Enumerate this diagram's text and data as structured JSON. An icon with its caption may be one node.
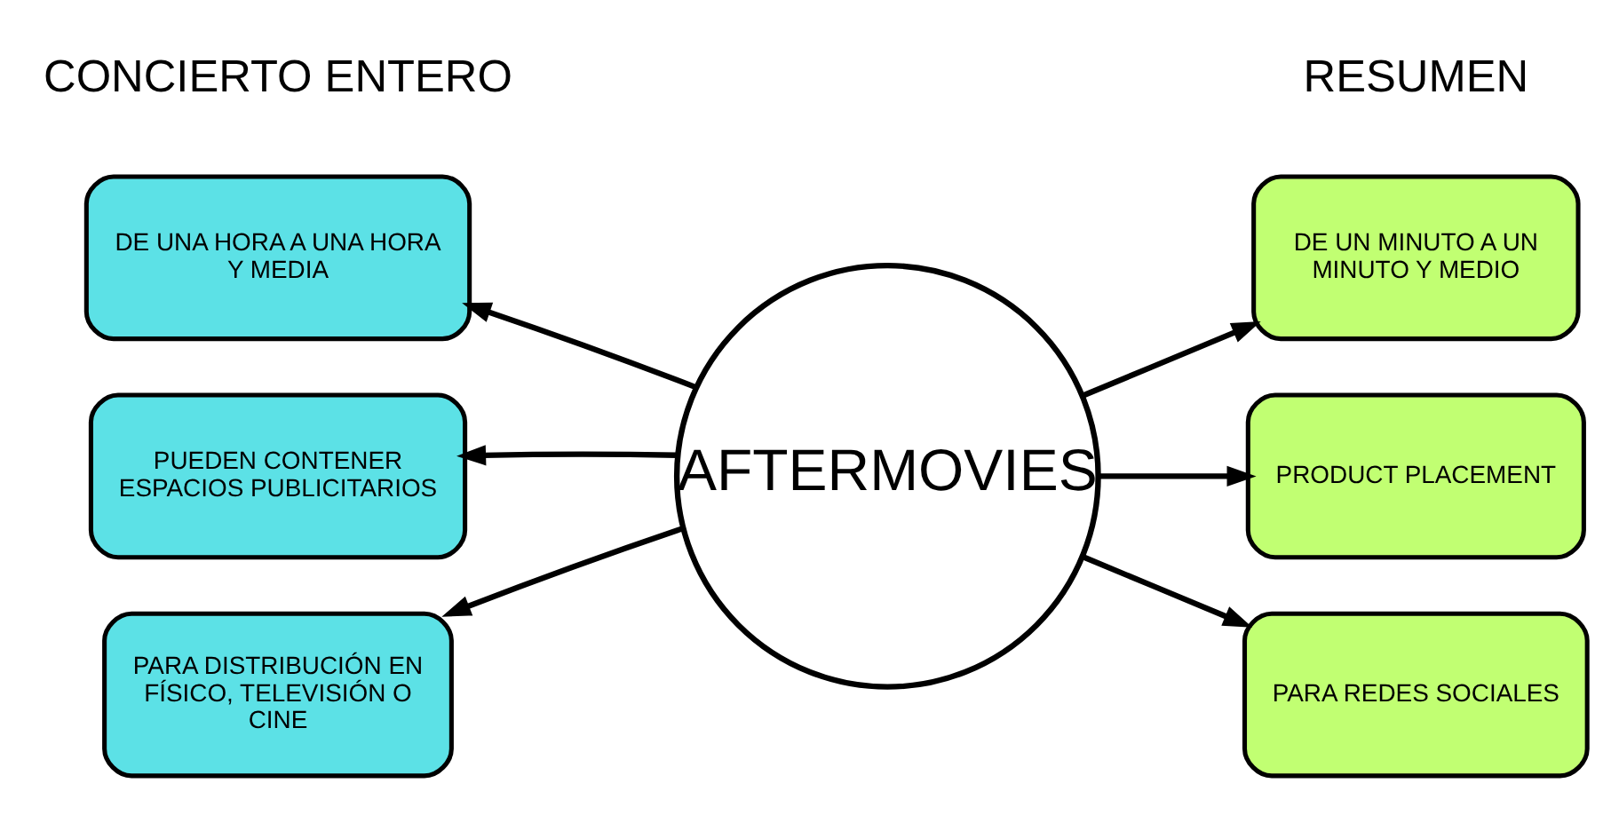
{
  "diagram": {
    "nodes": [
      {
        "text": [
          "AFTERMOVIES"
        ]
      },
      {
        "text": [
          "DE UNA HORA A UNA HORA Y MEDIA"
        ]
      },
      {
        "text": [
          "PUEDEN CONTENER ESPACIOS PUBLICITARIOS"
        ]
      },
      {
        "text": [
          "PARA DISTRIBUCIÓN EN FÍSICO, TELEVISIÓN O CINE"
        ]
      },
      {
        "text": [
          "DE UN MINUTO A UN MINUTO Y MEDIO"
        ]
      },
      {
        "text": [
          "PRODUCT PLACEMENT"
        ]
      },
      {
        "text": [
          "PARA REDES SOCIALES"
        ]
      }
    ],
    "edges": [
      {
        "from": 0,
        "to": 1,
        "arrow": "to"
      },
      {
        "from": 0,
        "to": 2,
        "arrow": "to"
      },
      {
        "from": 0,
        "to": 3,
        "arrow": "to"
      },
      {
        "from": 0,
        "to": 4,
        "arrow": "to"
      },
      {
        "from": 0,
        "to": 5,
        "arrow": "to"
      },
      {
        "from": 0,
        "to": 6,
        "arrow": "to"
      }
    ],
    "labels": [
      "CONCIERTO ENTERO",
      "RESUMEN"
    ]
  }
}
